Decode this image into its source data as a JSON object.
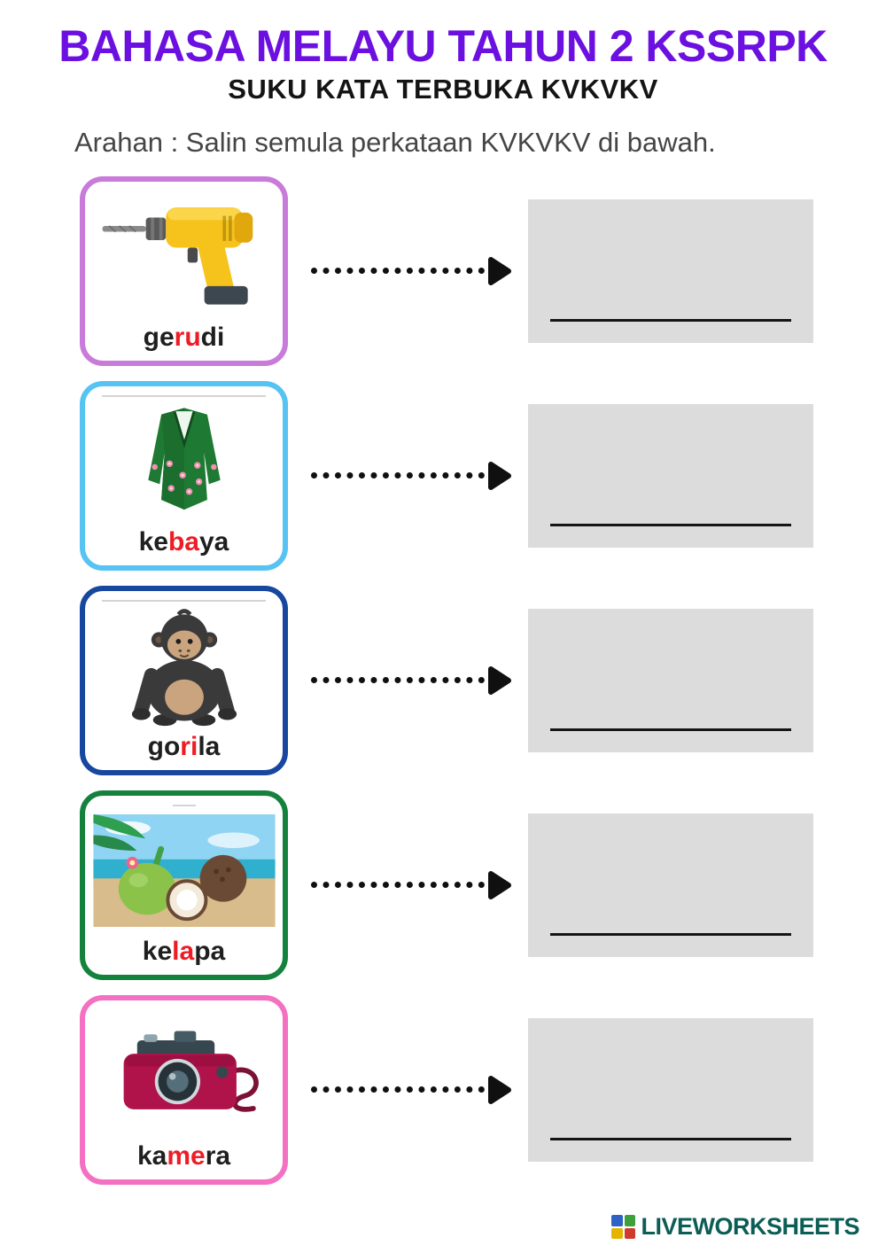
{
  "page": {
    "title": "BAHASA MELAYU TAHUN 2 KSSRPK",
    "subtitle": "SUKU KATA TERBUKA KVKVKV",
    "instruction": "Arahan : Salin semula perkataan KVKVKV di bawah."
  },
  "colors": {
    "title": "#6B10E0",
    "syllable_highlight": "#EE1C25",
    "answer_box": "#DCDCDC"
  },
  "rows": [
    {
      "image": "drill-image",
      "word": "gerudi",
      "pre": "ge",
      "mid": "ru",
      "post": "di",
      "border": "#C87BD9"
    },
    {
      "image": "kebaya-image",
      "word": "kebaya",
      "pre": "ke",
      "mid": "ba",
      "post": "ya",
      "border": "#56C3F2"
    },
    {
      "image": "gorilla-image",
      "word": "gorila",
      "pre": "go",
      "mid": "ri",
      "post": "la",
      "border": "#17479E"
    },
    {
      "image": "coconut-image",
      "word": "kelapa",
      "pre": "ke",
      "mid": "la",
      "post": "pa",
      "border": "#14823C"
    },
    {
      "image": "camera-image",
      "word": "kamera",
      "pre": "ka",
      "mid": "me",
      "post": "ra",
      "border": "#F470C2"
    }
  ],
  "footer": {
    "brand": "LIVEWORKSHEETS"
  }
}
